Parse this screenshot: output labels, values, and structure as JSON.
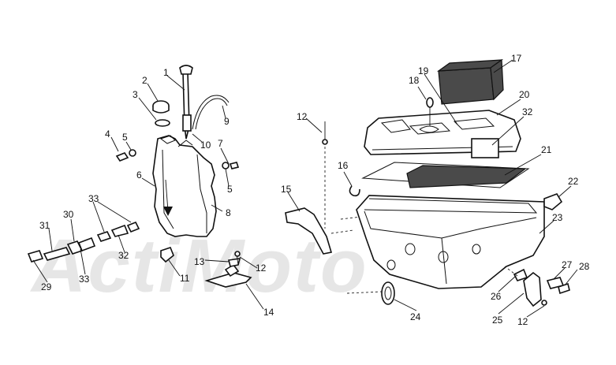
{
  "watermark": {
    "text": "ActiMoto"
  },
  "callouts": [
    {
      "id": "c1",
      "label": "1"
    },
    {
      "id": "c2",
      "label": "2"
    },
    {
      "id": "c3",
      "label": "3"
    },
    {
      "id": "c4",
      "label": "4"
    },
    {
      "id": "c5a",
      "label": "5"
    },
    {
      "id": "c5b",
      "label": "5"
    },
    {
      "id": "c6",
      "label": "6"
    },
    {
      "id": "c7",
      "label": "7"
    },
    {
      "id": "c8",
      "label": "8"
    },
    {
      "id": "c9",
      "label": "9"
    },
    {
      "id": "c10",
      "label": "10"
    },
    {
      "id": "c11",
      "label": "11"
    },
    {
      "id": "c12a",
      "label": "12"
    },
    {
      "id": "c12b",
      "label": "12"
    },
    {
      "id": "c12c",
      "label": "12"
    },
    {
      "id": "c13",
      "label": "13"
    },
    {
      "id": "c14",
      "label": "14"
    },
    {
      "id": "c15",
      "label": "15"
    },
    {
      "id": "c16",
      "label": "16"
    },
    {
      "id": "c17",
      "label": "17"
    },
    {
      "id": "c18",
      "label": "18"
    },
    {
      "id": "c19",
      "label": "19"
    },
    {
      "id": "c20",
      "label": "20"
    },
    {
      "id": "c21",
      "label": "21"
    },
    {
      "id": "c22",
      "label": "22"
    },
    {
      "id": "c23",
      "label": "23"
    },
    {
      "id": "c24",
      "label": "24"
    },
    {
      "id": "c25",
      "label": "25"
    },
    {
      "id": "c26",
      "label": "26"
    },
    {
      "id": "c27",
      "label": "27"
    },
    {
      "id": "c28",
      "label": "28"
    },
    {
      "id": "c29",
      "label": "29"
    },
    {
      "id": "c30",
      "label": "30"
    },
    {
      "id": "c31",
      "label": "31"
    },
    {
      "id": "c32a",
      "label": "32"
    },
    {
      "id": "c32b",
      "label": "32"
    },
    {
      "id": "c33a",
      "label": "33"
    },
    {
      "id": "c33b",
      "label": "33"
    }
  ]
}
